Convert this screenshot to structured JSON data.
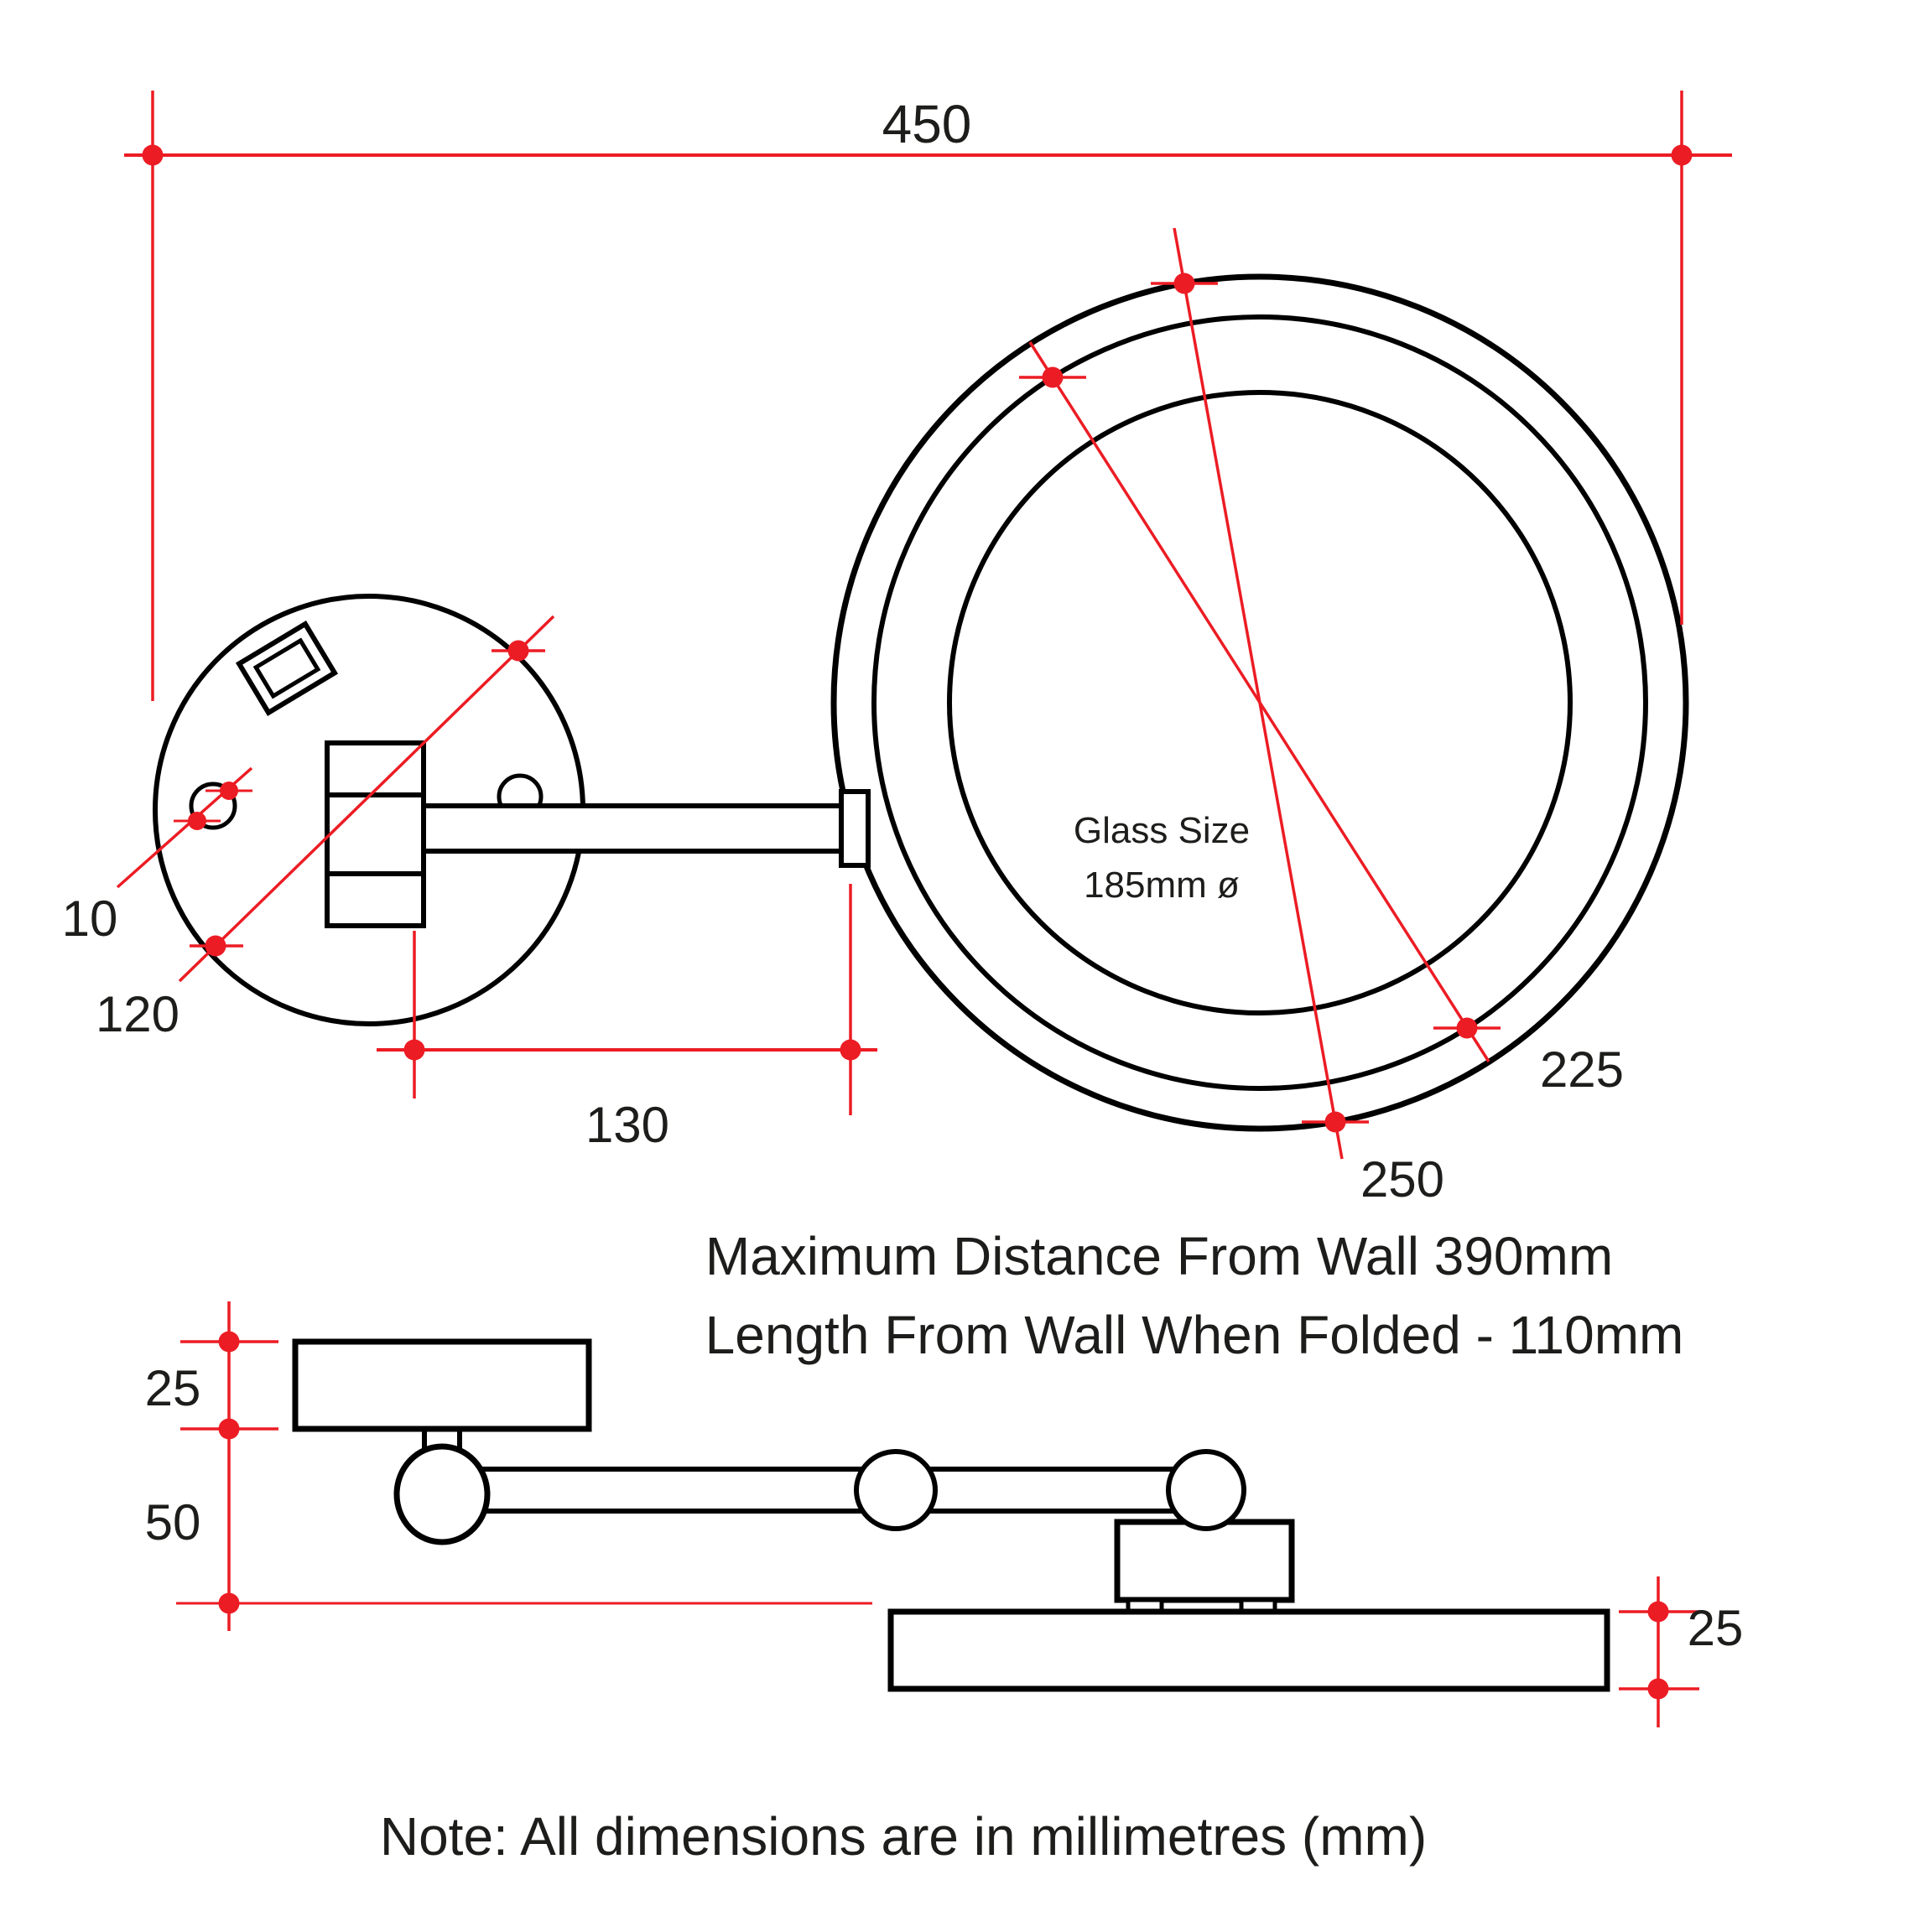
{
  "drawing": {
    "colors": {
      "dimension_red": "#ec1c24",
      "outline_black": "#000000",
      "text_black": "#1d1d1b",
      "background": "#ffffff"
    },
    "top_view": {
      "glass_label_line1": "Glass Size",
      "glass_label_line2": "185mm ø",
      "dim_overall_width": "450",
      "dim_hole_diameter": "10",
      "dim_plate_diameter": "120",
      "dim_arm_length": "130",
      "dim_ring_diameter": "225",
      "dim_mirror_diameter": "250"
    },
    "side_view": {
      "dim_bracket_depth": "25",
      "dim_folded_depth": "50",
      "dim_mirror_thickness": "25"
    },
    "annotations": {
      "max_distance": "Maximum Distance From Wall 390mm",
      "folded_length": "Length From Wall When Folded - 110mm",
      "units_note": "Note: All dimensions are in millimetres (mm)"
    }
  }
}
